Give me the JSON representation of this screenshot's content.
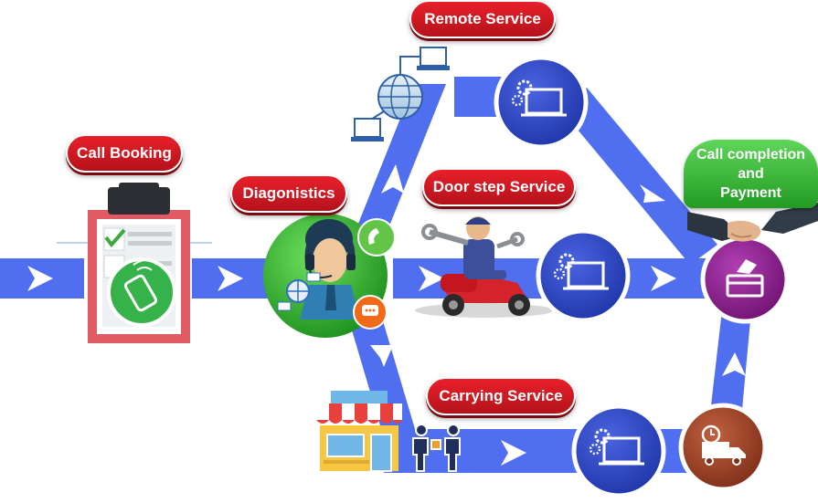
{
  "labels": {
    "call_booking": "Call Booking",
    "diagnostics": "Diagonistics",
    "remote_service": "Remote Service",
    "door_step_service": "Door step Service",
    "carrying_service": "Carrying Service",
    "call_completion_line1": "Call completion",
    "call_completion_line2": "and",
    "call_completion_line3": "Payment"
  },
  "colors": {
    "flow_blue": "#4f6ef0",
    "label_red": "#d11a22",
    "completion_green": "#3cb93a",
    "service_circle_blue": "#2f49c8",
    "payment_circle_purple": "#8e1f8f",
    "delivery_circle_brown": "#a0442a",
    "booking_green": "#36b24a",
    "diagnostics_green": "#26a326"
  },
  "icons": {
    "booking": "clipboard-phone-icon",
    "diagnostics": "support-agent-icon",
    "network": "network-globe-icon",
    "mechanic": "mechanic-scooter-icon",
    "shop": "store-icon",
    "handover": "handover-people-icon",
    "handshake": "handshake-icon",
    "service": "laptop-gears-icon",
    "payment": "card-payment-icon",
    "delivery": "delivery-truck-icon"
  }
}
